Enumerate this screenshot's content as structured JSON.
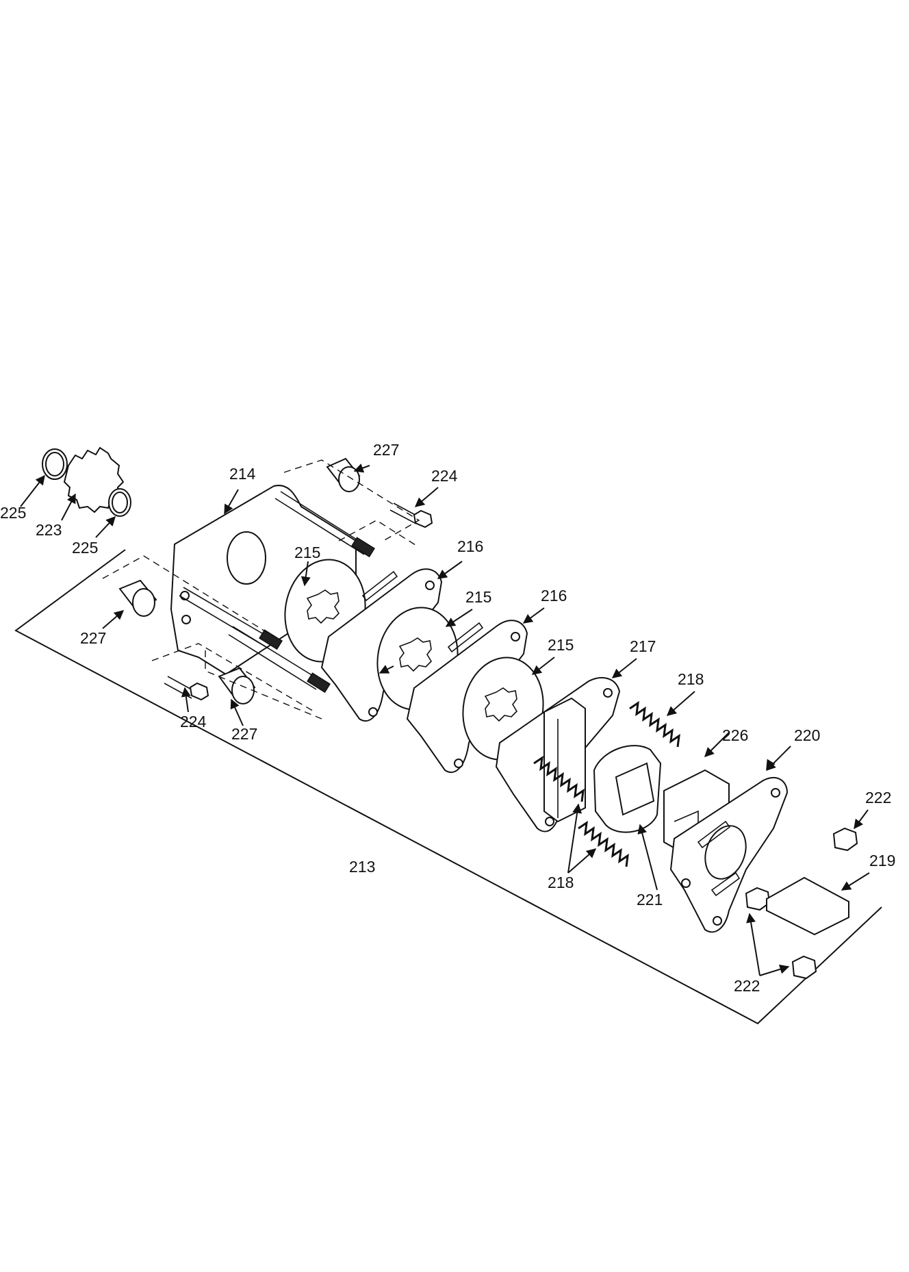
{
  "diagram": {
    "callouts": [
      {
        "id": "c213",
        "text": "213"
      },
      {
        "id": "c214",
        "text": "214"
      },
      {
        "id": "c215a",
        "text": "215"
      },
      {
        "id": "c215b",
        "text": "215"
      },
      {
        "id": "c215c",
        "text": "215"
      },
      {
        "id": "c216a",
        "text": "216"
      },
      {
        "id": "c216b",
        "text": "216"
      },
      {
        "id": "c217",
        "text": "217"
      },
      {
        "id": "c218a",
        "text": "218"
      },
      {
        "id": "c218b",
        "text": "218"
      },
      {
        "id": "c219",
        "text": "219"
      },
      {
        "id": "c220",
        "text": "220"
      },
      {
        "id": "c221",
        "text": "221"
      },
      {
        "id": "c222a",
        "text": "222"
      },
      {
        "id": "c222b",
        "text": "222"
      },
      {
        "id": "c223",
        "text": "223"
      },
      {
        "id": "c224a",
        "text": "224"
      },
      {
        "id": "c224b",
        "text": "224"
      },
      {
        "id": "c225a",
        "text": "225"
      },
      {
        "id": "c225b",
        "text": "225"
      },
      {
        "id": "c226",
        "text": "226"
      },
      {
        "id": "c227a",
        "text": "227"
      },
      {
        "id": "c227b",
        "text": "227"
      },
      {
        "id": "c227c",
        "text": "227"
      }
    ]
  }
}
